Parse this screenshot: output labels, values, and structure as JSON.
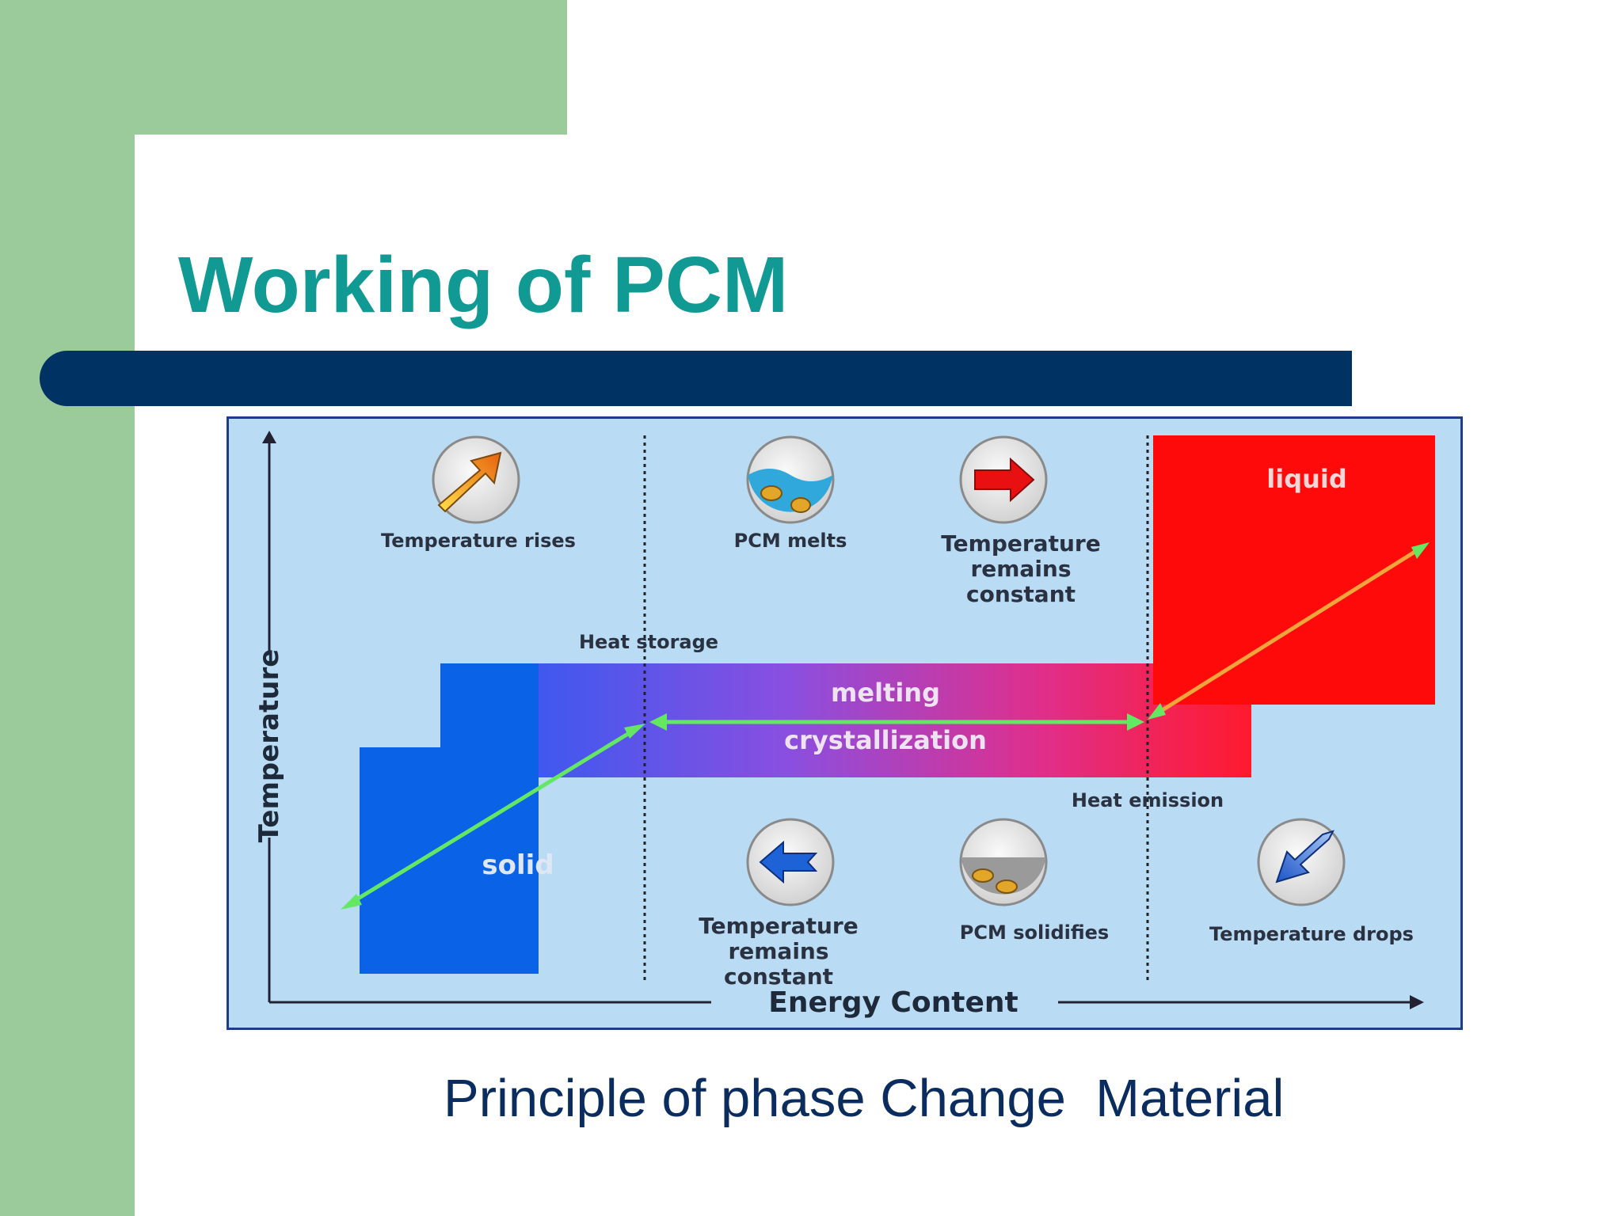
{
  "slide": {
    "title": "Working of PCM",
    "caption": "Principle of phase Change  Material"
  },
  "colors": {
    "side_band": "#9ccb9b",
    "title": "#119a94",
    "title_bar": "#003263",
    "caption": "#0a2c5e",
    "diagram_bg": "#b9dbf3",
    "diagram_border": "#1d3c8a",
    "solid": "#0a62e6",
    "liquid": "#ff0a0a",
    "arrow_green": "#64e864",
    "arrow_orange": "#f2a53a"
  },
  "diagram": {
    "y_axis_label": "Temperature",
    "x_axis_label": "Energy Content",
    "heat_storage": "Heat storage",
    "heat_emission": "Heat emission",
    "solid": "solid",
    "liquid": "liquid",
    "melting": "melting",
    "crystallization": "crystallization",
    "top_row": {
      "temp_rises": "Temperature rises",
      "pcm_melts": "PCM melts",
      "temp_constant": [
        "Temperature",
        "remains",
        "constant"
      ]
    },
    "bottom_row": {
      "temp_constant": [
        "Temperature",
        "remains",
        "constant"
      ],
      "pcm_solidifies": "PCM solidifies",
      "temp_drops": "Temperature drops"
    },
    "icons": [
      "arrow-up-right-icon",
      "melting-liquid-icon",
      "arrow-right-icon",
      "arrow-left-icon",
      "solidified-pcm-icon",
      "arrow-down-left-icon"
    ]
  }
}
